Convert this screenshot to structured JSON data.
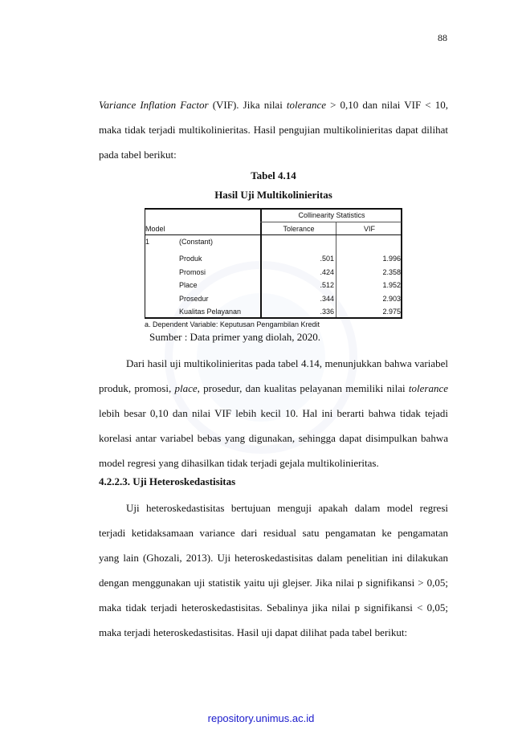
{
  "page_number": "88",
  "paragraph_1": {
    "line_1": [
      "Variance Inflation Factor",
      " (VIF). Jika nilai ",
      "tolerance",
      " > 0,10 dan nilai VIF < 10,"
    ],
    "line_2": "maka tidak terjadi multikolinieritas. Hasil pengujian multikolinieritas dapat dilihat",
    "line_3": "pada tabel berikut:"
  },
  "table_caption": {
    "number": "Tabel 4.14",
    "title": "Hasil Uji Multikolinieritas"
  },
  "table": {
    "group_header": "Collinearity Statistics",
    "model_header": "Model",
    "col_tolerance": "Tolerance",
    "col_vif": "VIF",
    "model_number": "1",
    "rows": [
      {
        "name": "(Constant)",
        "tolerance": "",
        "vif": ""
      },
      {
        "name": "Produk",
        "tolerance": ".501",
        "vif": "1.996"
      },
      {
        "name": "Promosi",
        "tolerance": ".424",
        "vif": "2.358"
      },
      {
        "name": "Place",
        "tolerance": ".512",
        "vif": "1.952"
      },
      {
        "name": "Prosedur",
        "tolerance": ".344",
        "vif": "2.903"
      },
      {
        "name": "Kualitas Pelayanan",
        "tolerance": ".336",
        "vif": "2.975"
      }
    ],
    "footnote": "a. Dependent Variable: Keputusan Pengambilan Kredit"
  },
  "source": "Sumber : Data primer yang diolah, 2020.",
  "paragraph_2": {
    "line_1": "Dari hasil uji multikolinieritas pada tabel 4.14, menunjukkan bahwa variabel",
    "line_2": [
      "produk, promosi, ",
      "place",
      ", prosedur, dan kualitas pelayanan memiliki nilai ",
      "tolerance"
    ],
    "line_3": "lebih besar 0,10 dan nilai VIF lebih kecil 10. Hal ini berarti bahwa tidak tejadi",
    "line_4": "korelasi antar variabel bebas yang digunakan, sehingga dapat disimpulkan bahwa",
    "line_5": "model regresi yang dihasilkan tidak terjadi gejala multikolinieritas."
  },
  "section_heading": "4.2.2.3.  Uji Heteroskedastisitas",
  "paragraph_3": {
    "line_1": "Uji heteroskedastisitas bertujuan menguji apakah dalam model regresi",
    "line_2": "terjadi ketidaksamaan variance dari residual satu pengamatan ke pengamatan",
    "line_3": "yang lain (Ghozali, 2013). Uji heteroskedastisitas dalam penelitian ini dilakukan",
    "line_4": "dengan menggunakan uji statistik yaitu uji glejser. Jika nilai p signifikansi > 0,05;",
    "line_5": "maka tidak terjadi heteroskedastisitas. Sebalinya jika nilai p signifikansi < 0,05;",
    "line_6": "maka terjadi heteroskedastisitas. Hasil uji dapat dilihat pada tabel berikut:"
  },
  "footer_link": "repository.unimus.ac.id"
}
